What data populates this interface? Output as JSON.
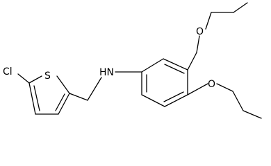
{
  "molecule": {
    "atoms": {
      "chlorine": "Cl",
      "sulfur": "S",
      "amine": "HN",
      "oxygen_top": "O",
      "oxygen_bottom": "O"
    },
    "colors": {
      "bond": "#000000",
      "text": "#000000",
      "background": "#ffffff"
    }
  }
}
